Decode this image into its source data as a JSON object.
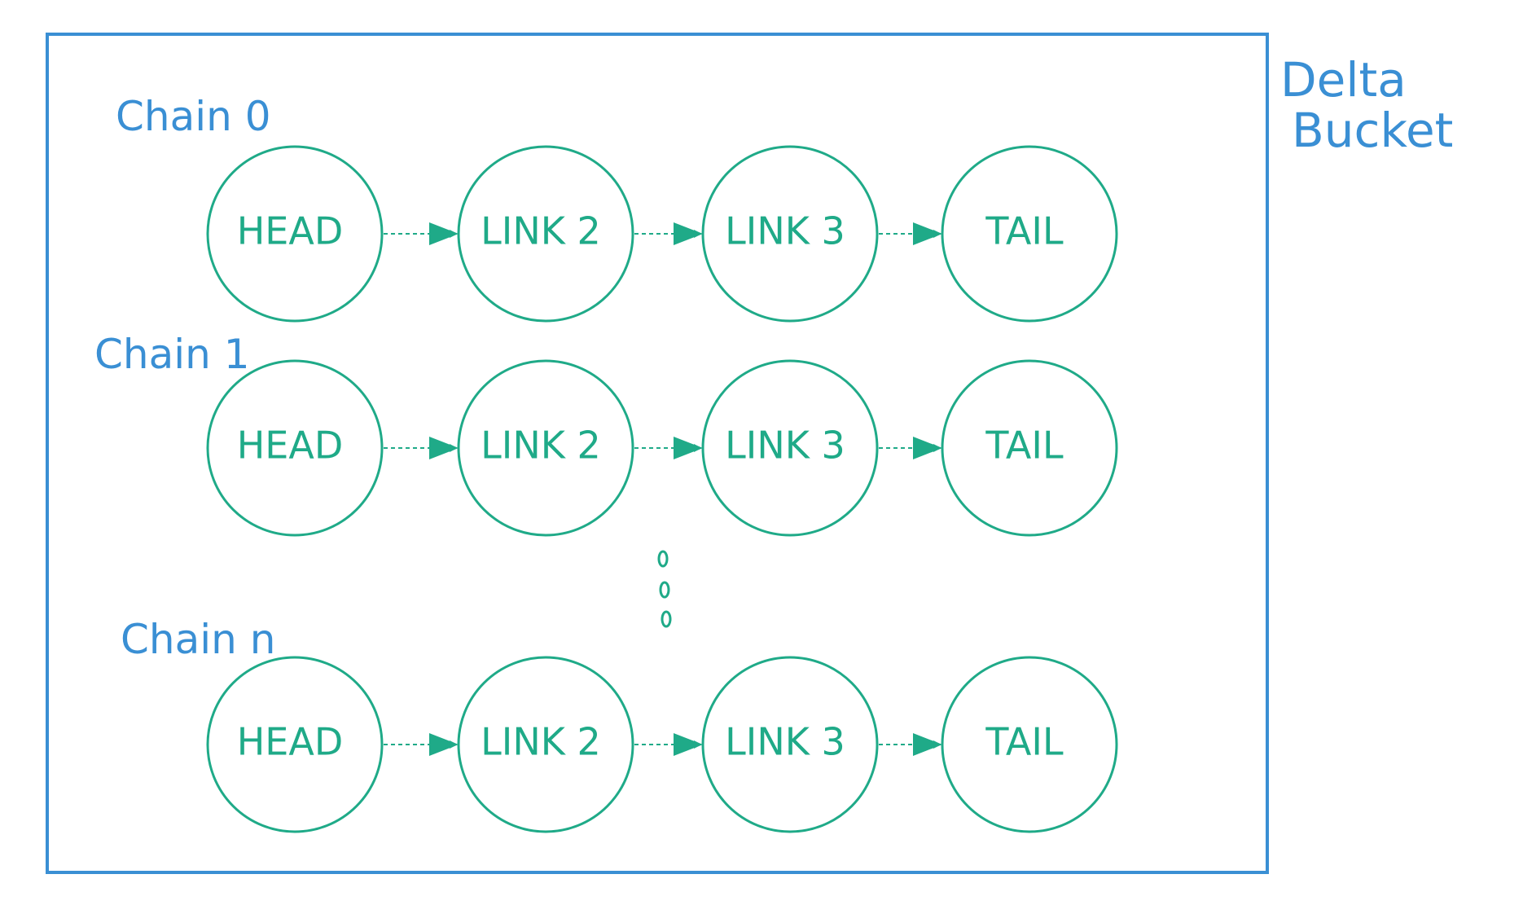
{
  "colors": {
    "bucket": "#3a8fd4",
    "node": "#1faa88",
    "arrow": "#1faa88",
    "background": "#ffffff"
  },
  "bucket": {
    "label_line1": "Delta",
    "label_line2": "Bucket"
  },
  "chains": [
    {
      "label": "Chain 0",
      "nodes": [
        "HEAD",
        "LINK 2",
        "LINK 3",
        "TAIL"
      ]
    },
    {
      "label": "Chain 1",
      "nodes": [
        "HEAD",
        "LINK 2",
        "LINK 3",
        "TAIL"
      ]
    },
    {
      "label": "Chain n",
      "nodes": [
        "HEAD",
        "LINK 2",
        "LINK 3",
        "TAIL"
      ]
    }
  ],
  "ellipsis": "vertical-ellipsis"
}
